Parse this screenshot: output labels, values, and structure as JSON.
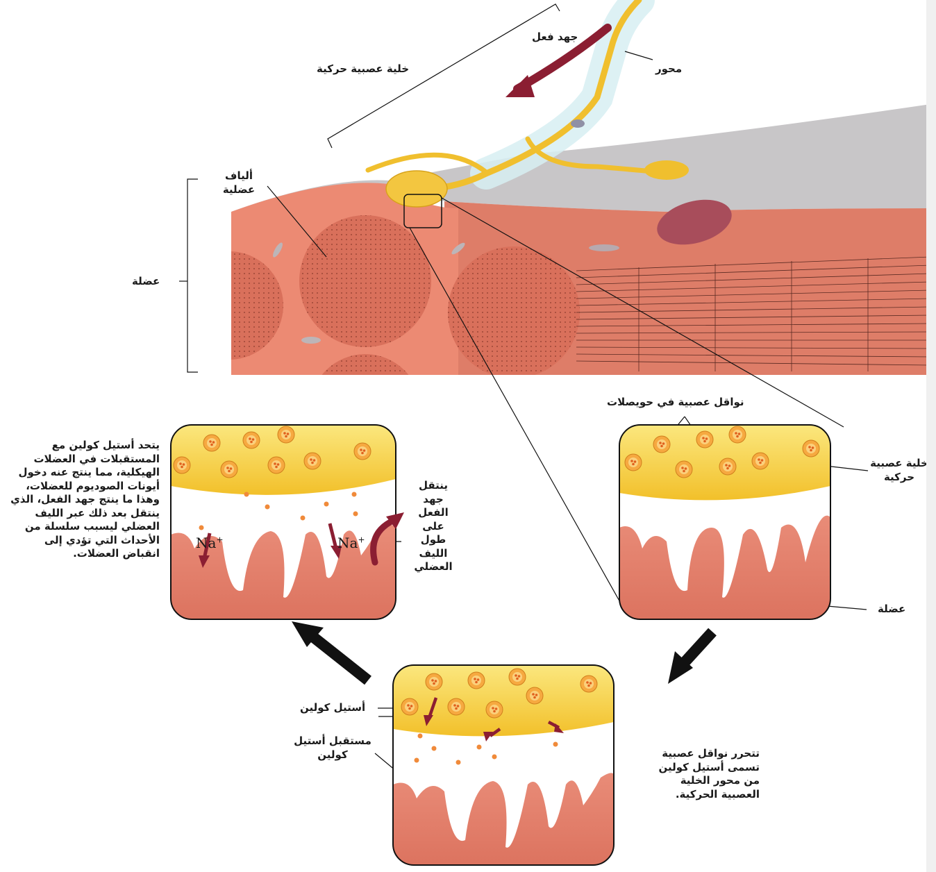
{
  "labels": {
    "action_potential": "جهد فعل",
    "motor_neuron": "خلية عصبية حركية",
    "axon": "محور",
    "muscle_fibers": "ألياف عضلية",
    "muscle": "عضلة",
    "neurotransmitters_in_vesicles": "نواقل عصبية في حويصلات",
    "motor_neuron_right": "خلية عصبية حركية",
    "muscle_right": "عضلة",
    "acetylcholine": "أستيل كولين",
    "ach_receptor": "مستقبل أستيل كولين",
    "release_text": "تتحرر نواقل عصبية تسمى أستيل كولين من محور الخلية العصبية الحركية.",
    "bind_text": "يتحد أستيل كولين مع المستقبلات في العضلات الهيكلية، مما ينتج عنه دخول أيونات الصوديوم للعضلات، وهذا ما ينتج جهد الفعل، الذي ينتقل بعد ذلك عبر الليف العضلي ليسبب سلسلة من الأحداث التي تؤدي إلى انقباض العضلات.",
    "propagate_text": "ينتقل جهد الفعل على طول الليف العضلي",
    "na_ion": "Na",
    "na_charge": "+"
  },
  "colors": {
    "muscle": "#e8826f",
    "muscle_dark": "#d8705d",
    "nerve_yellow": "#f2c230",
    "nerve_light": "#fbe57a",
    "arrow_maroon": "#8b1e32",
    "vesicle": "#f5a33c",
    "sheath": "#d7eef2"
  }
}
